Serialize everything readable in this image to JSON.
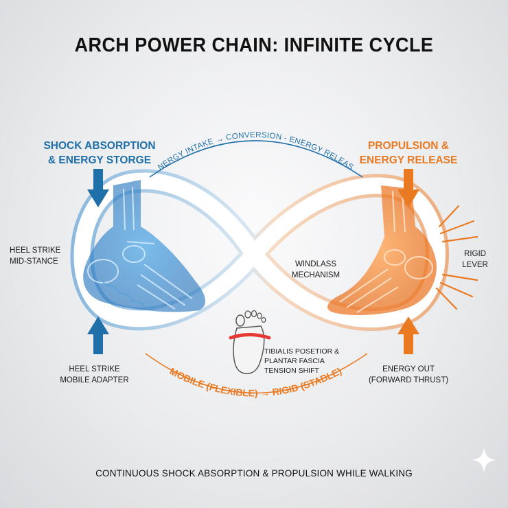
{
  "title": "ARCH POWER CHAIN: INFINITE CYCLE",
  "left_header": {
    "line1": "SHOCK ABSORPTION",
    "line2": "& ENERGY STORGE"
  },
  "right_header": {
    "line1": "PROPULSION &",
    "line2": "ENERGY RELEASE"
  },
  "top_arc_label": "ENERGY INTAKE → CONVERSION - ENERGY RELEASE",
  "bottom_arc_label": "MOBILE (FLEXIBLE) → RIGID (STABLE)",
  "left_mid_label": {
    "line1": "HEEL STRIKE",
    "line2": "MID-STANCE"
  },
  "center_label": {
    "line1": "WINDLASS",
    "line2": "MECHANISM"
  },
  "right_mid_label": {
    "line1": "RIGID",
    "line2": "LEVER"
  },
  "left_bottom_label": {
    "line1": "HEEL STRIKE",
    "line2": "MOBILE ADAPTER"
  },
  "center_bottom_label": {
    "line1": "TIBIALIS POSETIOR &",
    "line2": "PLANTAR FASCIA",
    "line3": "TENSION SHIFT"
  },
  "right_bottom_label": {
    "line1": "ENERGY OUT",
    "line2": "(FORWARD THRUST)"
  },
  "footer": "CONTINUOUS SHOCK ABSORPTION & PROPULSION WHILE WALKING",
  "colors": {
    "blue": "#1f6fa8",
    "orange": "#ea7a22",
    "band": "#ffffff",
    "strap": "#e53935"
  },
  "icons": [
    "arrow-down-icon",
    "arrow-up-icon",
    "foot-skeleton-icon",
    "footprint-icon",
    "sparkle-icon"
  ]
}
